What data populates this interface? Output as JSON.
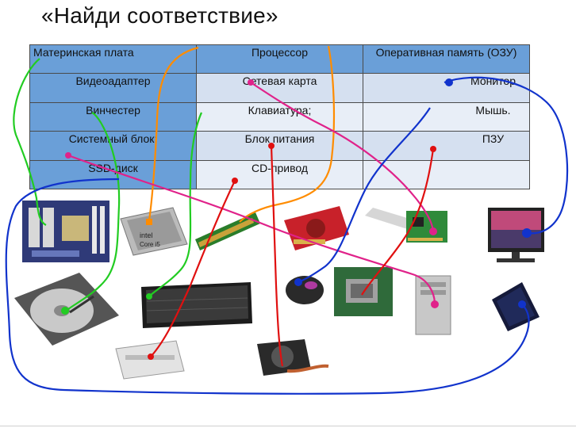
{
  "slide": {
    "title": "«Найди соответствие»",
    "table": {
      "rows": [
        [
          "Материнская плата",
          "Процессор",
          "Оперативная память (ОЗУ)"
        ],
        [
          "Видеоадаптер",
          "Сетевая карта",
          "Монитор"
        ],
        [
          "Винчестер",
          "Клавиатура;",
          "Мышь."
        ],
        [
          "Системный блок;",
          "Блок питания",
          "ПЗУ"
        ],
        [
          "SSD-диск",
          "CD-привод",
          ""
        ]
      ]
    },
    "pictures": [
      {
        "name": "motherboard-image"
      },
      {
        "name": "cpu-image"
      },
      {
        "name": "ram-module-image"
      },
      {
        "name": "video-card-image"
      },
      {
        "name": "network-card-image"
      },
      {
        "name": "monitor-image"
      },
      {
        "name": "hard-drive-image"
      },
      {
        "name": "keyboard-image"
      },
      {
        "name": "mouse-image"
      },
      {
        "name": "rom-chip-image"
      },
      {
        "name": "system-unit-image"
      },
      {
        "name": "ssd-image"
      },
      {
        "name": "cd-drive-image"
      },
      {
        "name": "power-supply-image"
      }
    ],
    "stroke_colors": {
      "green": "#22cc22",
      "orange": "#ff8c00",
      "magenta": "#e0228a",
      "blue": "#1133cc",
      "red": "#e01010"
    }
  }
}
